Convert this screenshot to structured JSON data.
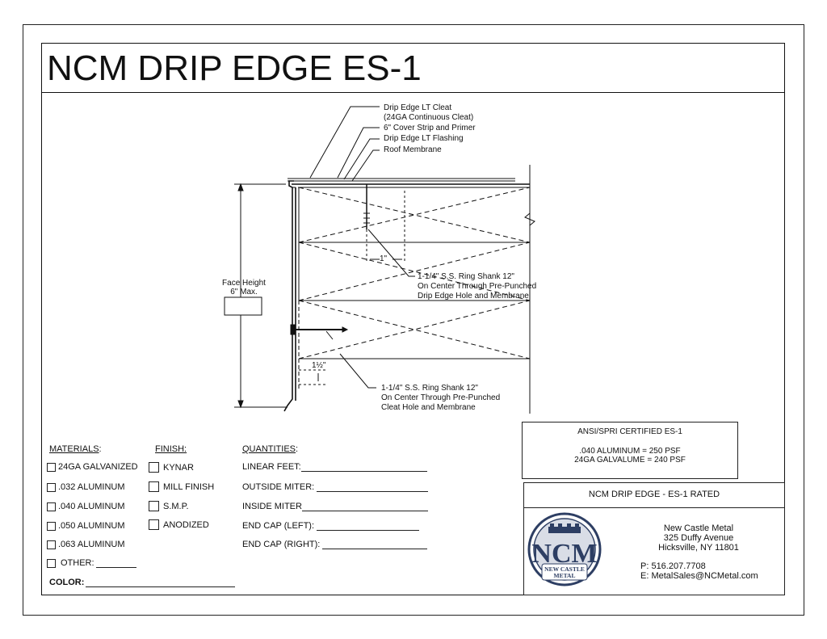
{
  "title": "NCM DRIP EDGE ES-1",
  "drawing": {
    "callouts": [
      "Drip Edge LT Cleat",
      "(24GA Continuous Cleat)",
      "6\" Cover Strip and Primer",
      "Drip Edge LT Flashing",
      "Roof Membrane"
    ],
    "face_height": [
      "Face Height",
      "6\" Max."
    ],
    "dim_1": "1\"",
    "dim_half": "1½\"",
    "nail_upper": [
      "1-1/4\" S.S. Ring Shank 12\"",
      "On Center Through Pre-Punched",
      "Drip Edge Hole and Membrane"
    ],
    "nail_lower": [
      "1-1/4\" S.S. Ring Shank 12\"",
      "On Center Through Pre-Punched",
      "Cleat Hole and Membrane"
    ]
  },
  "materials": {
    "heading": "MATERIALS",
    "heading_colon": ":",
    "items": [
      "24GA GALVANIZED",
      ".032 ALUMINUM",
      ".040 ALUMINUM",
      ".050 ALUMINUM",
      ".063 ALUMINUM",
      "OTHER:"
    ],
    "color_label": "COLOR:"
  },
  "finish": {
    "heading": "FINISH:",
    "items": [
      "KYNAR",
      "MILL FINISH",
      "S.M.P.",
      "ANODIZED"
    ]
  },
  "quantities": {
    "heading": "QUANTITIES",
    "heading_colon": ":",
    "items": [
      "LINEAR FEET:",
      "OUTSIDE MITER:",
      "INSIDE MITER",
      "END CAP (LEFT):",
      "END CAP (RIGHT):"
    ]
  },
  "certification": {
    "heading": "ANSI/SPRI CERTIFIED ES-1",
    "lines": [
      ".040 ALUMINUM = 250 PSF",
      "24GA GALVALUME = 240 PSF"
    ]
  },
  "product_name": "NCM DRIP EDGE - ES-1 RATED",
  "company": {
    "name": "New Castle Metal",
    "address1": "325 Duffy Avenue",
    "address2": "Hicksville, NY 11801",
    "phone": "P: 516.207.7708",
    "email": "E: MetalSales@NCMetal.com",
    "logo_text": "NCM",
    "logo_sub1": "NEW CASTLE",
    "logo_sub2": "METAL"
  }
}
